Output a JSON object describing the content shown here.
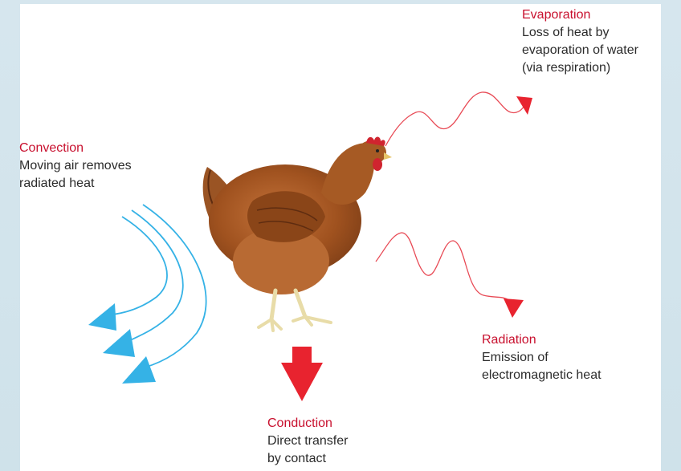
{
  "labels": {
    "evaporation": {
      "title": "Evaporation",
      "lines": [
        "Loss of heat by",
        "evaporation of water",
        "(via respiration)"
      ]
    },
    "convection": {
      "title": "Convection",
      "lines": [
        "Moving air removes",
        "radiated heat"
      ]
    },
    "radiation": {
      "title": "Radiation",
      "lines": [
        "Emission of",
        "electromagnetic heat"
      ]
    },
    "conduction": {
      "title": "Conduction",
      "lines": [
        "Direct transfer",
        "by contact"
      ]
    }
  },
  "colors": {
    "title_red": "#c8102e",
    "arrow_red": "#e8232f",
    "wave_red": "#e84a55",
    "convection_blue": "#35b2e6",
    "hen_brown": "#a0521f"
  },
  "icons": [
    "hen-illustration",
    "evaporation-wave-arrow",
    "radiation-wave-arrow",
    "convection-air-arrows",
    "conduction-down-arrow"
  ]
}
